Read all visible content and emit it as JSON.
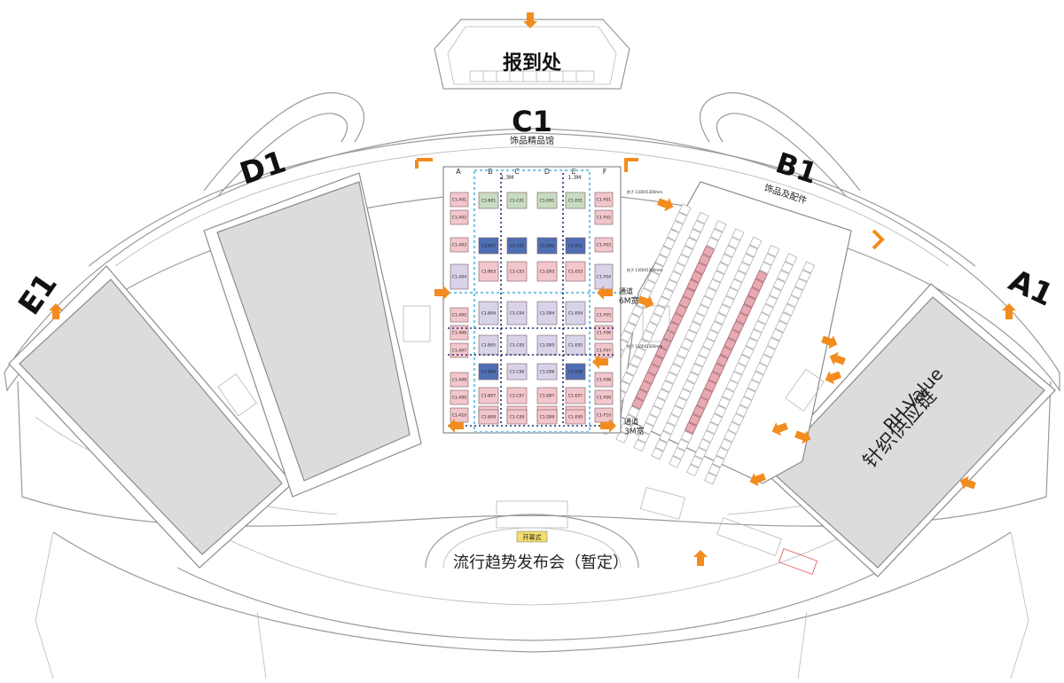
{
  "colors": {
    "hall_fill": "#dcdcdd",
    "arrow": "#f28c1e",
    "booth_pink": "#f3c6cc",
    "booth_lavender": "#d9d3ea",
    "booth_blue": "#4f6fb5",
    "booth_green": "#c9dcc1",
    "aisle_6m": "#7ec6e6",
    "aisle_3m": "#1d2a6b"
  },
  "registration": {
    "title": "报到处"
  },
  "halls": {
    "c1": {
      "name": "C1",
      "subtitle": "饰品精品馆"
    },
    "b1": {
      "name": "B1",
      "subtitle": "饰品及配件"
    },
    "d1": {
      "name": "D1"
    },
    "e1": {
      "name": "E1"
    },
    "a1": {
      "name": "A1",
      "exhibitor_line1": "PH Value",
      "exhibitor_line2": "针织供应链"
    }
  },
  "c1_columns": [
    "A",
    "B",
    "C",
    "D",
    "E",
    "F"
  ],
  "c1_aisle_width_labels": [
    "1.3M",
    "1.3M"
  ],
  "aisle_labels": {
    "wide_title": "通道",
    "wide_width": "6M宽",
    "narrow_title": "通道",
    "narrow_width": "3M宽"
  },
  "column_notes": [
    "柱子 1100X1300mm",
    "柱子 1100X1300mm",
    "柱子 1100X1300mm"
  ],
  "left_booths": [
    "C1-A01",
    "C1-A02",
    "C1-A03",
    "C1-A04",
    "C1-A05",
    "C1-A06",
    "C1-A07",
    "C1-A08",
    "C1-A09",
    "C1-A10"
  ],
  "right_booths": [
    "C1-F01",
    "C1-F02",
    "C1-F03",
    "C1-F04",
    "C1-F05",
    "C1-F06",
    "C1-F07",
    "C1-F08",
    "C1-F09",
    "C1-F10"
  ],
  "inner_booths": [
    "C1-B01",
    "C1-C01",
    "C1-D01",
    "C1-E01",
    "C1-B02",
    "C1-C02",
    "C1-D02",
    "C1-E02",
    "C1-B03",
    "C1-C03",
    "C1-D03",
    "C1-E03",
    "C1-B04",
    "C1-C04",
    "C1-D04",
    "C1-E04",
    "C1-B05",
    "C1-C05",
    "C1-D05",
    "C1-E05",
    "C1-B06",
    "C1-C06",
    "C1-D06",
    "C1-E06",
    "C1-B07",
    "C1-C07",
    "C1-D07",
    "C1-E07",
    "C1-B08",
    "C1-C08",
    "C1-D08",
    "C1-E08",
    "C1-B09",
    "C1-C09",
    "C1-D09",
    "C1-E09"
  ],
  "bottom_area": {
    "opening_stage": "开幕式",
    "trend_event": "流行趋势发布会（暂定）"
  }
}
